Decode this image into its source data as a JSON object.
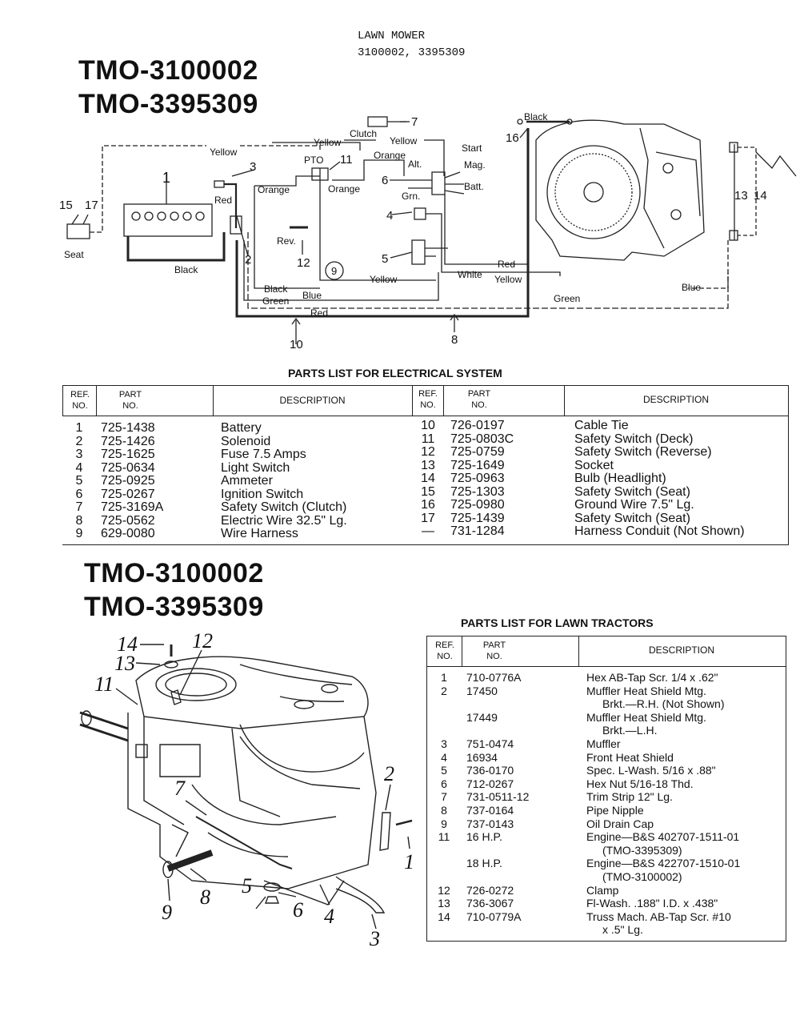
{
  "header": {
    "line1": "LAWN MOWER",
    "line2": "3100002, 3395309"
  },
  "model_numbers": {
    "top_a": "TMO-3100002",
    "top_b": "TMO-3395309",
    "mid_a": "TMO-3100002",
    "mid_b": "TMO-3395309"
  },
  "wiring_labels": {
    "yellow": "Yellow",
    "orange": "Orange",
    "red": "Red",
    "black": "Black",
    "blue": "Blue",
    "green": "Green",
    "white": "White",
    "clutch": "Clutch",
    "pto": "PTO",
    "start": "Start",
    "alt": "Alt.",
    "mag": "Mag.",
    "grn": "Grn.",
    "batt": "Batt.",
    "rev": "Rev.",
    "seat": "Seat",
    "circle9": "9"
  },
  "wiring_refs": [
    "1",
    "2",
    "3",
    "4",
    "5",
    "6",
    "7",
    "8",
    "10",
    "11",
    "12",
    "13",
    "14",
    "15",
    "16",
    "17"
  ],
  "electrical": {
    "title": "PARTS LIST FOR ELECTRICAL SYSTEM",
    "headers": {
      "ref": "REF. NO.",
      "part": "PART NO.",
      "desc": "DESCRIPTION"
    },
    "left": [
      {
        "ref": "1",
        "part": "725-1438",
        "desc": "Battery"
      },
      {
        "ref": "2",
        "part": "725-1426",
        "desc": "Solenoid"
      },
      {
        "ref": "3",
        "part": "725-1625",
        "desc": "Fuse 7.5 Amps"
      },
      {
        "ref": "4",
        "part": "725-0634",
        "desc": "Light Switch"
      },
      {
        "ref": "5",
        "part": "725-0925",
        "desc": "Ammeter"
      },
      {
        "ref": "6",
        "part": "725-0267",
        "desc": "Ignition Switch"
      },
      {
        "ref": "7",
        "part": "725-3169A",
        "desc": "Safety Switch (Clutch)"
      },
      {
        "ref": "8",
        "part": "725-0562",
        "desc": "Electric Wire 32.5\" Lg."
      },
      {
        "ref": "9",
        "part": "629-0080",
        "desc": "Wire Harness"
      }
    ],
    "right": [
      {
        "ref": "10",
        "part": "726-0197",
        "desc": "Cable Tie"
      },
      {
        "ref": "11",
        "part": "725-0803C",
        "desc": "Safety Switch (Deck)"
      },
      {
        "ref": "12",
        "part": "725-0759",
        "desc": "Safety Switch (Reverse)"
      },
      {
        "ref": "13",
        "part": "725-1649",
        "desc": "Socket"
      },
      {
        "ref": "14",
        "part": "725-0963",
        "desc": "Bulb (Headlight)"
      },
      {
        "ref": "15",
        "part": "725-1303",
        "desc": "Safety Switch (Seat)"
      },
      {
        "ref": "16",
        "part": "725-0980",
        "desc": "Ground Wire 7.5\" Lg."
      },
      {
        "ref": "17",
        "part": "725-1439",
        "desc": "Safety Switch (Seat)"
      },
      {
        "ref": "—",
        "part": "731-1284",
        "desc": "Harness Conduit (Not Shown)"
      }
    ]
  },
  "tractor": {
    "title": "PARTS LIST FOR LAWN TRACTORS",
    "headers": {
      "ref": "REF. NO.",
      "part": "PART NO.",
      "desc": "DESCRIPTION"
    },
    "rows": [
      {
        "ref": "1",
        "part": "710-0776A",
        "desc": "Hex AB-Tap Scr. 1/4 x .62\""
      },
      {
        "ref": "2",
        "part": "17450",
        "desc": "Muffler Heat Shield Mtg."
      },
      {
        "ref": "",
        "part": "",
        "desc": "Brkt.—R.H. (Not Shown)"
      },
      {
        "ref": "",
        "part": "17449",
        "desc": "Muffler Heat Shield Mtg."
      },
      {
        "ref": "",
        "part": "",
        "desc": "Brkt.—L.H."
      },
      {
        "ref": "3",
        "part": "751-0474",
        "desc": "Muffler"
      },
      {
        "ref": "4",
        "part": "16934",
        "desc": "Front Heat Shield"
      },
      {
        "ref": "5",
        "part": "736-0170",
        "desc": "Spec. L-Wash. 5/16 x .88\""
      },
      {
        "ref": "6",
        "part": "712-0267",
        "desc": "Hex Nut 5/16-18 Thd."
      },
      {
        "ref": "7",
        "part": "731-0511-12",
        "desc": "Trim Strip 12\" Lg."
      },
      {
        "ref": "8",
        "part": "737-0164",
        "desc": "Pipe Nipple"
      },
      {
        "ref": "9",
        "part": "737-0143",
        "desc": "Oil Drain Cap"
      },
      {
        "ref": "11",
        "part": "16 H.P.",
        "desc": "Engine—B&S 402707-1511-01"
      },
      {
        "ref": "",
        "part": "",
        "desc": "(TMO-3395309)"
      },
      {
        "ref": "",
        "part": "18 H.P.",
        "desc": "Engine—B&S 422707-1510-01"
      },
      {
        "ref": "",
        "part": "",
        "desc": "(TMO-3100002)"
      },
      {
        "ref": "12",
        "part": "726-0272",
        "desc": "Clamp"
      },
      {
        "ref": "13",
        "part": "736-3067",
        "desc": "Fl-Wash. .188\" I.D. x .438\""
      },
      {
        "ref": "14",
        "part": "710-0779A",
        "desc": "Truss Mach. AB-Tap Scr. #10"
      },
      {
        "ref": "",
        "part": "",
        "desc": "x .5\" Lg."
      }
    ]
  },
  "engine_callouts": [
    "14",
    "12",
    "13",
    "11",
    "7",
    "2",
    "1",
    "8",
    "9",
    "5",
    "6",
    "4",
    "3"
  ]
}
